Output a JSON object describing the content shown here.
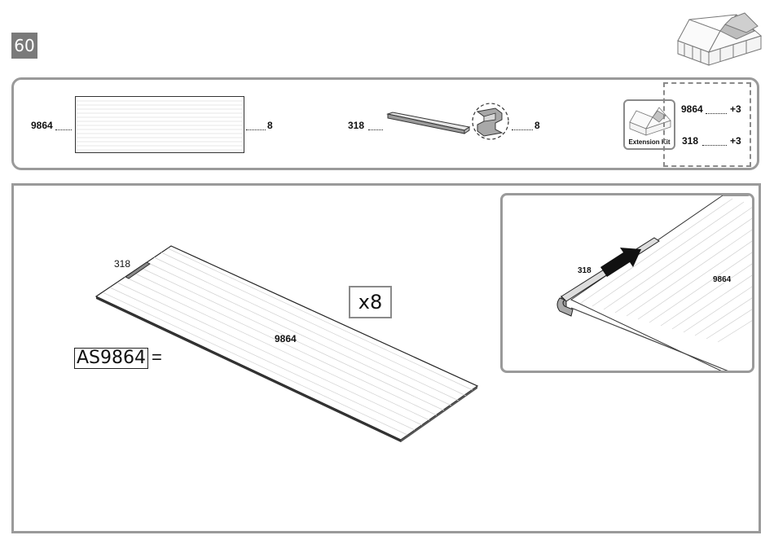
{
  "step": {
    "number": "60"
  },
  "parts": {
    "panel": {
      "code": "9864",
      "qty": "8"
    },
    "profile": {
      "code": "318",
      "qty": "8"
    },
    "extension": {
      "label": "Extension Kit",
      "items": [
        {
          "code": "9864",
          "qty": "+3"
        },
        {
          "code": "318",
          "qty": "+3"
        }
      ]
    }
  },
  "assembly": {
    "code": "AS9864",
    "equals": "=",
    "multiplier": "x8",
    "panel_label": "9864",
    "profile_label": "318"
  },
  "detail": {
    "profile_label": "318",
    "panel_label": "9864"
  }
}
